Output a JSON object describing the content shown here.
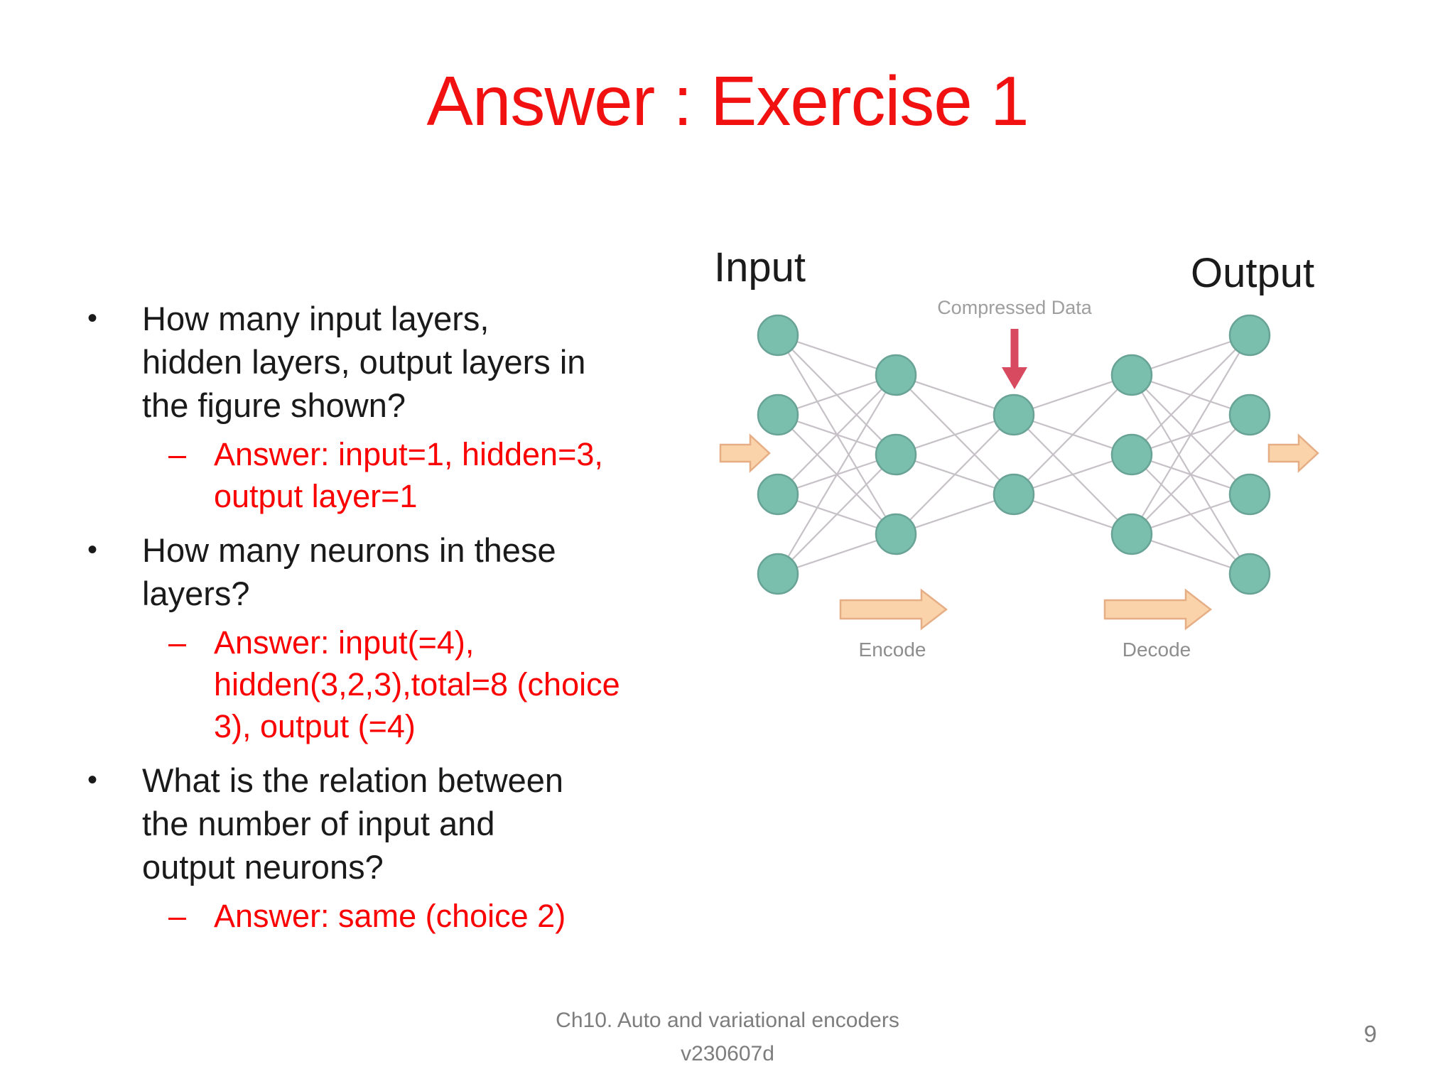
{
  "slide": {
    "title": "Answer : Exercise 1",
    "bullet_char": "•",
    "dash_char": "–",
    "bullets": [
      {
        "question": "How many input layers,\nhidden layers, output layers in\nthe figure shown?",
        "answer": "Answer: input=1, hidden=3,\noutput layer=1"
      },
      {
        "question": "How many neurons in these\nlayers?",
        "answer": "Answer: input(=4),\nhidden(3,2,3),total=8 (choice\n3), output (=4)"
      },
      {
        "question": "What is the relation between\nthe number of input and\noutput neurons?",
        "answer": "Answer: same (choice 2)"
      }
    ],
    "footer": {
      "line1": "Ch10. Auto and variational encoders",
      "line2": "v230607d",
      "page_number": "9"
    }
  },
  "diagram": {
    "labels": {
      "input": "Input",
      "output": "Output",
      "compressed": "Compressed Data",
      "encode": "Encode",
      "decode": "Decode"
    },
    "layer_sizes": [
      4,
      3,
      2,
      3,
      4
    ],
    "layer_roles": [
      "input",
      "hidden",
      "compressed",
      "hidden",
      "output"
    ],
    "colors": {
      "node_fill": "#7abfae",
      "node_stroke": "#68a396",
      "edge": "#c6c1c6",
      "block_arrow_fill": "#fbd3aa",
      "block_arrow_stroke": "#e5ae85",
      "red_arrow": "#d84a5f",
      "label_gray": "#8e8e8e"
    }
  },
  "colors": {
    "title_red": "#f21111",
    "answer_red": "#fa0000",
    "body_black": "#1a1a1a",
    "footer_gray": "#7d7d7d",
    "background": "#ffffff"
  }
}
